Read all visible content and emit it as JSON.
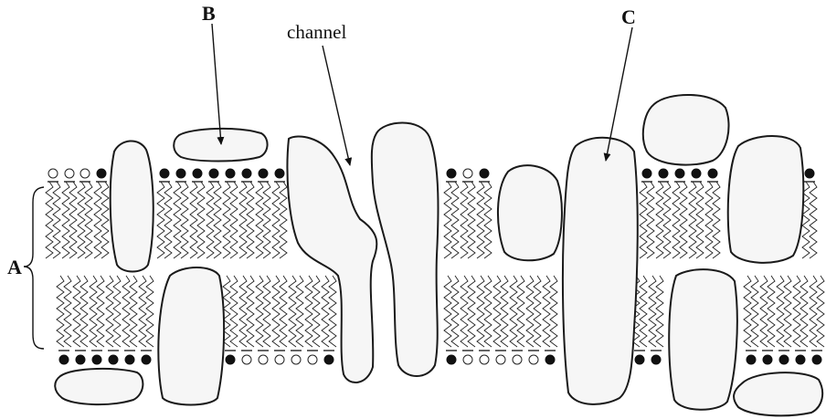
{
  "labels": {
    "A": "A",
    "B": "B",
    "C": "C",
    "channel": "channel"
  },
  "colors": {
    "protein_fill": "#f6f6f6",
    "outline": "#1a1a1a",
    "phospholipid_head_dark": "#111111",
    "phospholipid_head_light": "#ffffff"
  }
}
